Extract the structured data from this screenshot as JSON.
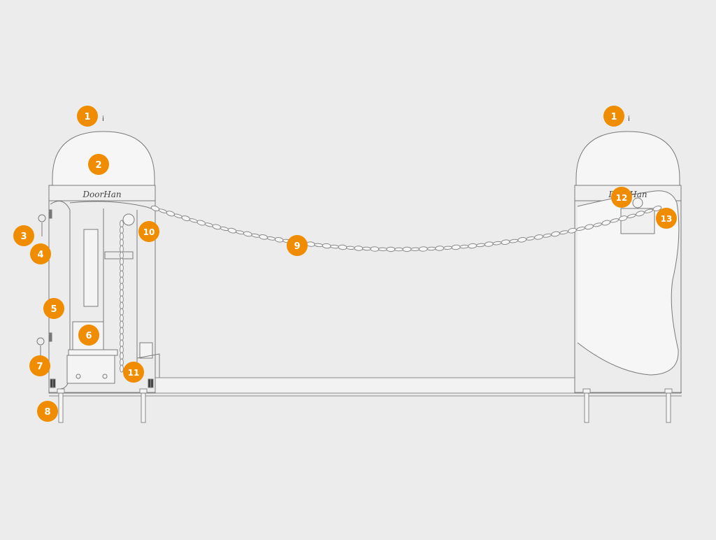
{
  "diagram": {
    "brand": {
      "left": "DoorHan",
      "right": "DoorHan"
    },
    "accent_color": "#f08c00",
    "callouts": [
      {
        "id": "c1a",
        "label": "1",
        "suffix": "i"
      },
      {
        "id": "c1b",
        "label": "1",
        "suffix": "i"
      },
      {
        "id": "c2",
        "label": "2"
      },
      {
        "id": "c3",
        "label": "3"
      },
      {
        "id": "c4",
        "label": "4"
      },
      {
        "id": "c5",
        "label": "5"
      },
      {
        "id": "c6",
        "label": "6"
      },
      {
        "id": "c7",
        "label": "7"
      },
      {
        "id": "c8",
        "label": "8"
      },
      {
        "id": "c9",
        "label": "9"
      },
      {
        "id": "c10",
        "label": "10"
      },
      {
        "id": "c11",
        "label": "11"
      },
      {
        "id": "c12",
        "label": "12"
      },
      {
        "id": "c13",
        "label": "13"
      }
    ]
  }
}
